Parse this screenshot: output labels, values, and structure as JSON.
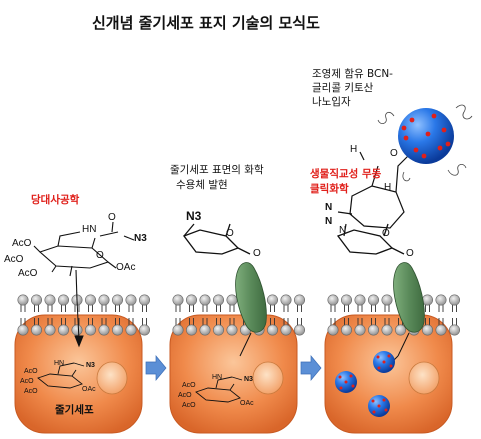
{
  "title": "신개념 줄기세포 표지 기술의 모식도",
  "labels": {
    "metabolic_engineering": "당대사공학",
    "surface_expression_line1": "줄기세포 표면의 화학",
    "surface_expression_line2": "수용체 발현",
    "bioorthogonal_line1": "생물직교성 무동",
    "bioorthogonal_line2": "클릭화학",
    "nanoparticle_line1": "조영제 함유 BCN-",
    "nanoparticle_line2": "글리콜 키토산",
    "nanoparticle_line3": "나노입자",
    "stem_cell": "줄기세포"
  },
  "chem": {
    "ac_o": "AcO",
    "hn": "HN",
    "n3": "N3",
    "oac": "OAc",
    "o": "O",
    "h": "H",
    "n": "N"
  },
  "colors": {
    "cell_fill": "#f08a4b",
    "membrane_head": "#b8b8b8",
    "receptor": "#5a8a5a",
    "arrow": "#5b8fd6",
    "nanoparticle": "#1d63d8",
    "accent_red": "#e0201b"
  },
  "icons": [
    "step-arrow-icon",
    "nanoparticle-icon"
  ]
}
